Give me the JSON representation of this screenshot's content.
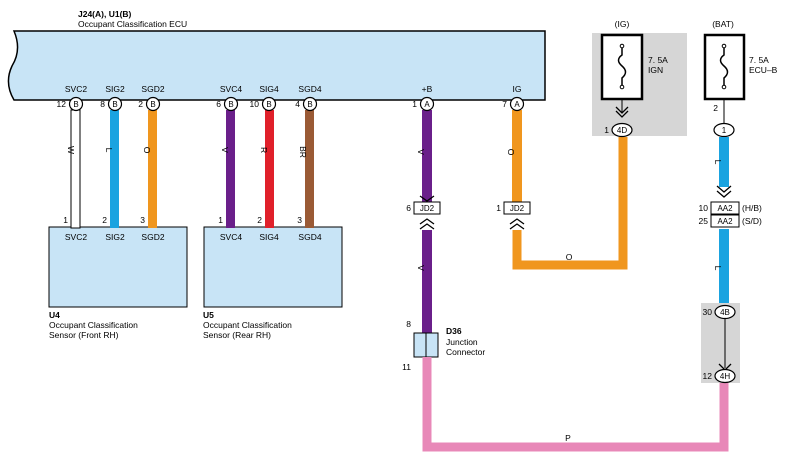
{
  "ecu": {
    "title_line1": "J24(A), U1(B)",
    "title_line2": "Occupant Classification ECU",
    "terminals": [
      {
        "name": "SVC2",
        "pin": "12",
        "conn": "B"
      },
      {
        "name": "SIG2",
        "pin": "8",
        "conn": "B"
      },
      {
        "name": "SGD2",
        "pin": "2",
        "conn": "B"
      },
      {
        "name": "SVC4",
        "pin": "6",
        "conn": "B"
      },
      {
        "name": "SIG4",
        "pin": "10",
        "conn": "B"
      },
      {
        "name": "SGD4",
        "pin": "4",
        "conn": "B"
      },
      {
        "name": "+B",
        "pin": "1",
        "conn": "A"
      },
      {
        "name": "IG",
        "pin": "7",
        "conn": "A"
      }
    ]
  },
  "wire_colors": {
    "svc2": "W",
    "sig2": "L",
    "sgd2": "O",
    "svc4": "V",
    "sig4": "R",
    "sgd4": "BR",
    "b_upper": "V",
    "b_lower": "V",
    "ig_upper": "O",
    "ig_bottom": "O",
    "bat_upper": "L",
    "bat_lower": "L",
    "pink": "P"
  },
  "colors": {
    "white_wire": "#ffffff",
    "blue_wire": "#1aa3e0",
    "orange_wire": "#f0961e",
    "violet_wire": "#6a1f8a",
    "red_wire": "#e0202a",
    "brown_wire": "#9a5a35",
    "pink_wire": "#e888b8",
    "box_fill": "#c8e4f6",
    "fuse_bg": "#d6d6d6"
  },
  "sensor_front": {
    "id": "U4",
    "name_line1": "Occupant Classification",
    "name_line2": "Sensor (Front RH)",
    "pins": [
      {
        "pin": "1",
        "name": "SVC2"
      },
      {
        "pin": "2",
        "name": "SIG2"
      },
      {
        "pin": "3",
        "name": "SGD2"
      }
    ]
  },
  "sensor_rear": {
    "id": "U5",
    "name_line1": "Occupant Classification",
    "name_line2": "Sensor (Rear RH)",
    "pins": [
      {
        "pin": "1",
        "name": "SVC4"
      },
      {
        "pin": "2",
        "name": "SIG4"
      },
      {
        "pin": "3",
        "name": "SGD4"
      }
    ]
  },
  "fuse_ig": {
    "header": "(IG)",
    "rating": "7. 5A",
    "name": "IGN",
    "conn_pin": "1",
    "conn": "4D"
  },
  "fuse_bat": {
    "header": "(BAT)",
    "rating": "7. 5A",
    "name": "ECU–B",
    "pin": "2",
    "conn": "1"
  },
  "jd2_b": {
    "pin": "6",
    "label": "JD2"
  },
  "jd2_ig": {
    "pin": "1",
    "label": "JD2"
  },
  "aa2": {
    "pin_hb": "10",
    "pin_sd": "25",
    "label": "AA2",
    "tag_hb": "(H/B)",
    "tag_sd": "(S/D)"
  },
  "j4b": {
    "pin": "30",
    "label": "4B"
  },
  "j4h": {
    "pin": "12",
    "label": "4H"
  },
  "d36": {
    "id": "D36",
    "name_line1": "Junction",
    "name_line2": "Connector",
    "pin_top": "8",
    "pin_bottom": "11"
  }
}
